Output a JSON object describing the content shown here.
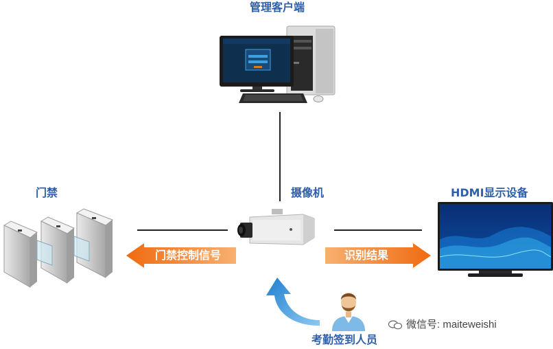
{
  "nodes": {
    "client": "管理客户端",
    "gate": "门禁",
    "camera": "摄像机",
    "hdmi": "HDMI显示设备",
    "staff": "考勤签到人员"
  },
  "arrows": {
    "gate_signal": "门禁控制信号",
    "result": "识别结果"
  },
  "watermark": "微信号: maiteweishi",
  "colors": {
    "label": "#2f5fa8",
    "arrow_orange": "#f07a1a",
    "arrow_blue": "#2b8fd6",
    "person_shirt": "#7fb9e6"
  },
  "icons": [
    "desktop-computer-icon",
    "turnstile-gate-icon",
    "ip-camera-icon",
    "tv-display-icon",
    "person-icon",
    "wechat-icon"
  ]
}
